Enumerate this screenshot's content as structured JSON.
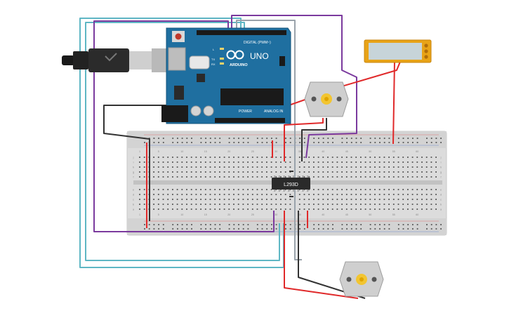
{
  "arduino": {
    "logo_text": "UNO",
    "brand": "ARDUINO",
    "digital_label": "DIGITAL (PWM~)",
    "power_label": "POWER",
    "analog_label": "ANALOG IN",
    "led_labels": [
      "L",
      "TX",
      "RX"
    ],
    "color": "#1f6fa0"
  },
  "chip": {
    "label": "L293D"
  },
  "breadboard": {
    "column_numbers": [
      "1",
      "5",
      "10",
      "15",
      "20",
      "25",
      "30",
      "35",
      "40",
      "45",
      "50",
      "55",
      "60"
    ],
    "row_letters_top": [
      "j",
      "i",
      "h",
      "g",
      "f"
    ],
    "row_letters_bottom": [
      "e",
      "d",
      "c",
      "b",
      "a"
    ]
  },
  "parts": {
    "usb_cable": "usb-cable-icon",
    "motor_top": "dc-motor-icon",
    "motor_bottom": "dc-motor-icon",
    "battery": "battery-pack-icon"
  },
  "colors": {
    "wire_red": "#e0292a",
    "wire_black": "#333333",
    "wire_purple": "#7b3a9e",
    "wire_teal": "#5fb7c4",
    "battery_frame": "#e8a317",
    "motor_gear": "#f2c531"
  }
}
